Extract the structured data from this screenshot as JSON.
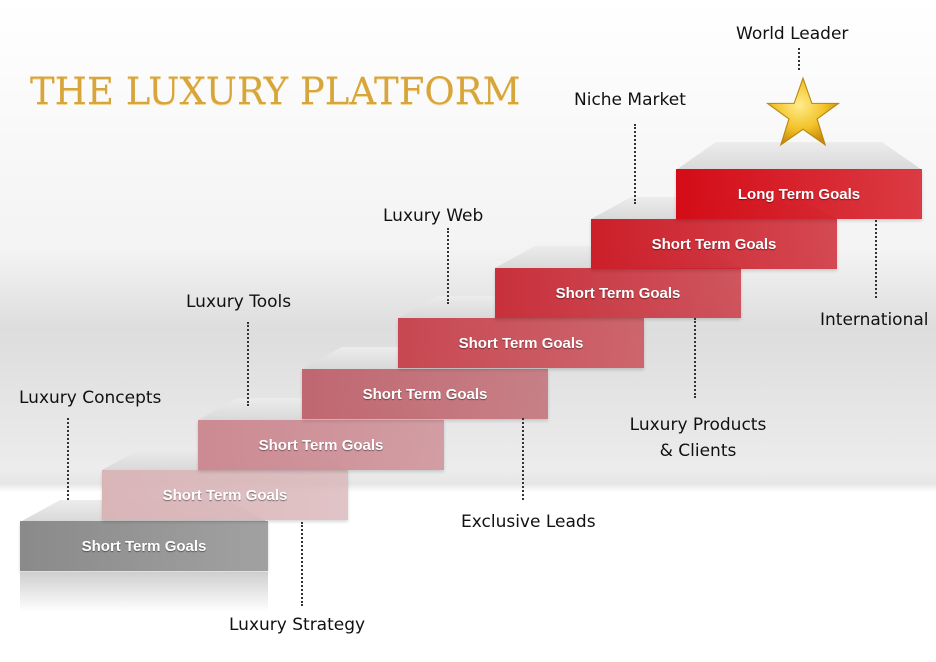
{
  "title": "THE LUXURY PLATFORM",
  "steps": [
    {
      "label": "Short Term Goals",
      "color": "#8a8a8a"
    },
    {
      "label": "Short Term Goals",
      "color": "#d9b5b8"
    },
    {
      "label": "Short Term Goals",
      "color": "#cc8a92"
    },
    {
      "label": "Short Term Goals",
      "color": "#c06770"
    },
    {
      "label": "Short Term Goals",
      "color": "#c84751"
    },
    {
      "label": "Short Term Goals",
      "color": "#c8303b"
    },
    {
      "label": "Short Term Goals",
      "color": "#cc1f2a"
    },
    {
      "label": "Long Term Goals",
      "color": "#d40c17"
    }
  ],
  "annotations": {
    "world_leader": "World Leader",
    "niche_market": "Niche Market",
    "luxury_web": "Luxury Web",
    "luxury_tools": "Luxury Tools",
    "luxury_concepts": "Luxury Concepts",
    "international": "International",
    "luxury_products_1": "Luxury Products",
    "luxury_products_2": "& Clients",
    "exclusive_leads": "Exclusive Leads",
    "luxury_strategy": "Luxury Strategy"
  },
  "icons": {
    "top": "star-icon"
  }
}
